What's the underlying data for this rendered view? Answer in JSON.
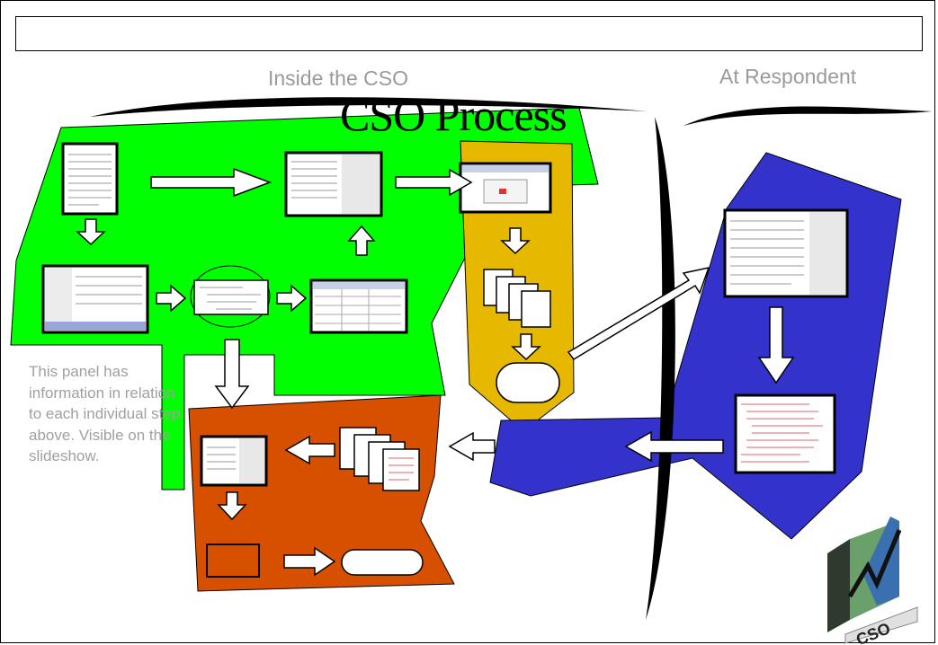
{
  "title_box": {
    "text": ""
  },
  "regions": {
    "inside_label": "Inside the CSO",
    "respondent_label": "At Respondent"
  },
  "diagram_title": "CSO Process",
  "side_note": "This panel has information in relation to each individual step above. Visible on the slideshow.",
  "logo": {
    "text": "CSO"
  },
  "colors": {
    "inside_panel": "#00ff00",
    "dispatch_panel": "#e6b800",
    "respondent_panel": "#3333cc",
    "return_panel": "#d65000",
    "arrow_fill": "#ffffff",
    "caption_gray": "#a0a0a0"
  }
}
